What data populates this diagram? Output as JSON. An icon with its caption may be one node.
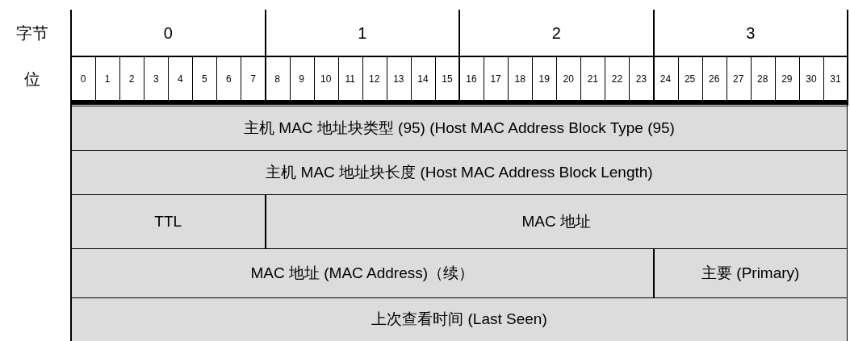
{
  "diagram": {
    "nodes": [
      {
        "text": [
          "主机 MAC 地址块类型 (95) (Host MAC Address Block Type (95)"
        ]
      },
      {
        "text": [
          "主机 MAC 地址块长度 (Host MAC Address Block Length)"
        ]
      },
      {
        "text": [
          "TTL"
        ]
      },
      {
        "text": [
          "MAC 地址"
        ]
      },
      {
        "text": [
          "MAC 地址 (MAC Address)（续）"
        ]
      },
      {
        "text": [
          "主要 (Primary)"
        ]
      },
      {
        "text": [
          "上次查看时间 (Last Seen)"
        ]
      }
    ],
    "labels": [
      "字节",
      "0",
      "1",
      "2",
      "3",
      "位",
      "0",
      "1",
      "2",
      "3",
      "4",
      "5",
      "6",
      "7",
      "8",
      "9",
      "10",
      "11",
      "12",
      "13",
      "14",
      "15",
      "16",
      "17",
      "18",
      "19",
      "20",
      "21",
      "22",
      "23",
      "24",
      "25",
      "26",
      "27",
      "28",
      "29",
      "30",
      "31"
    ]
  }
}
